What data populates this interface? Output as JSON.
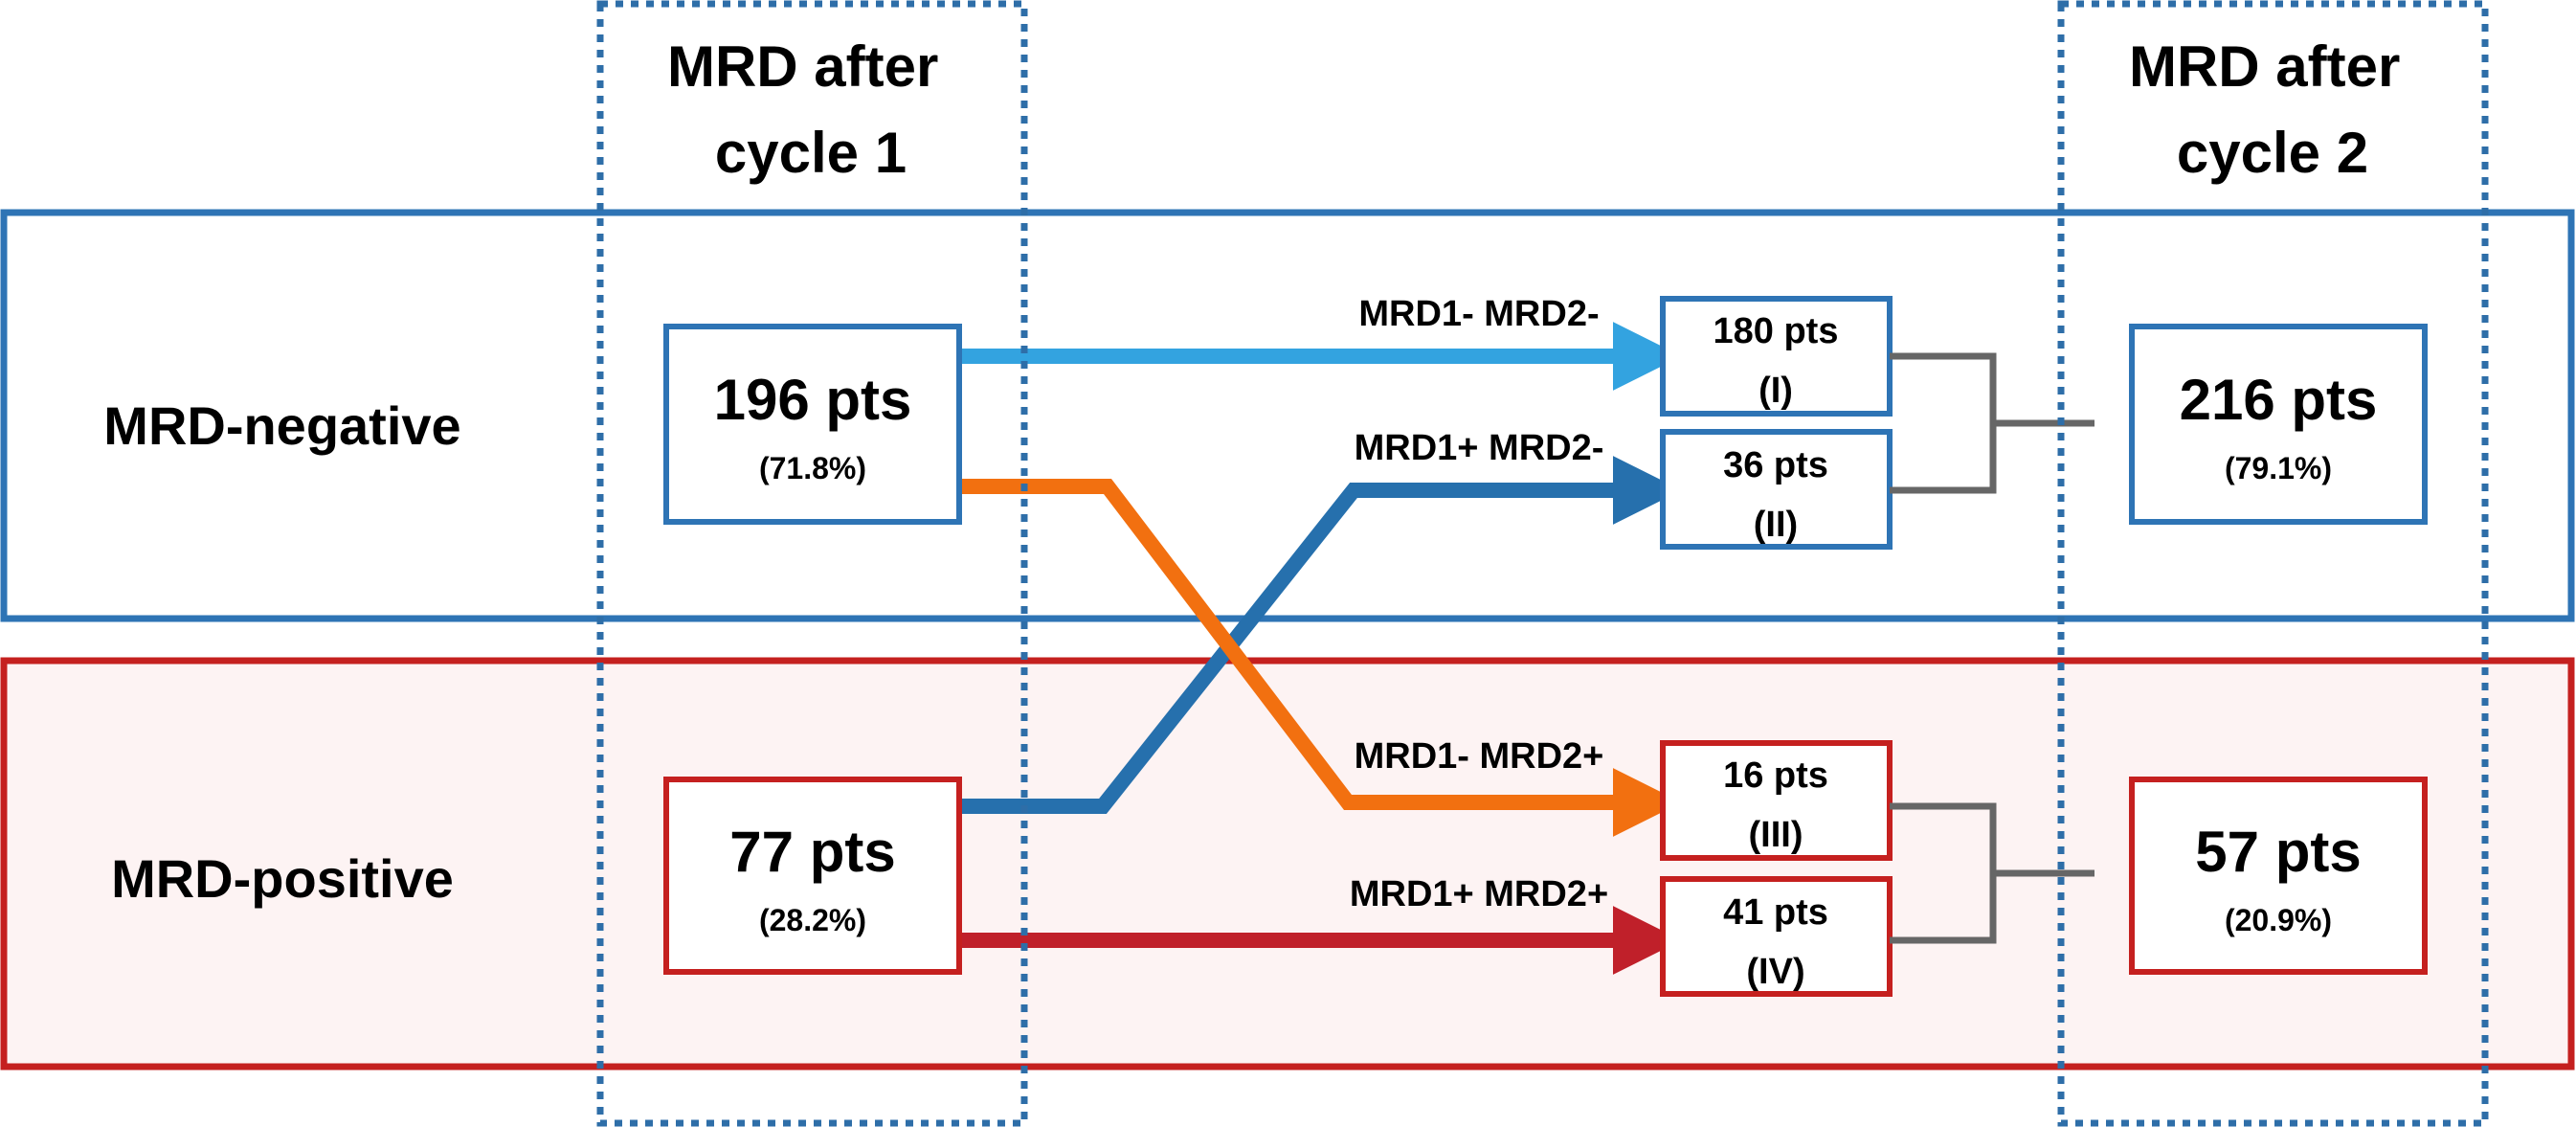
{
  "columns": {
    "cycle1_title": [
      "MRD after",
      "cycle 1"
    ],
    "cycle2_title": [
      "MRD after",
      "cycle 2"
    ]
  },
  "rows": {
    "negative_label": "MRD-negative",
    "positive_label": "MRD-positive"
  },
  "cycle1": {
    "negative": {
      "count": "196 pts",
      "pct": "(71.8%)"
    },
    "positive": {
      "count": "77 pts",
      "pct": "(28.2%)"
    }
  },
  "cycle2": {
    "negative": {
      "count": "216 pts",
      "pct": "(79.1%)"
    },
    "positive": {
      "count": "57 pts",
      "pct": "(20.9%)"
    }
  },
  "groups": [
    {
      "transition": "MRD1- MRD2-",
      "count": "180 pts",
      "roman": "(I)",
      "color": "#33a3e0"
    },
    {
      "transition": "MRD1+ MRD2-",
      "count": "36 pts",
      "roman": "(II)",
      "color": "#2670ad"
    },
    {
      "transition": "MRD1- MRD2+",
      "count": "16 pts",
      "roman": "(III)",
      "color": "#f27010"
    },
    {
      "transition": "MRD1+ MRD2+",
      "count": "41 pts",
      "roman": "(IV)",
      "color": "#c0202a"
    }
  ],
  "colors": {
    "negative_border": "#2e74b5",
    "positive_border": "#c5201f",
    "positive_fill": "#fdf3f3",
    "column_dotted": "#2e6ea8",
    "connector": "#666666"
  }
}
